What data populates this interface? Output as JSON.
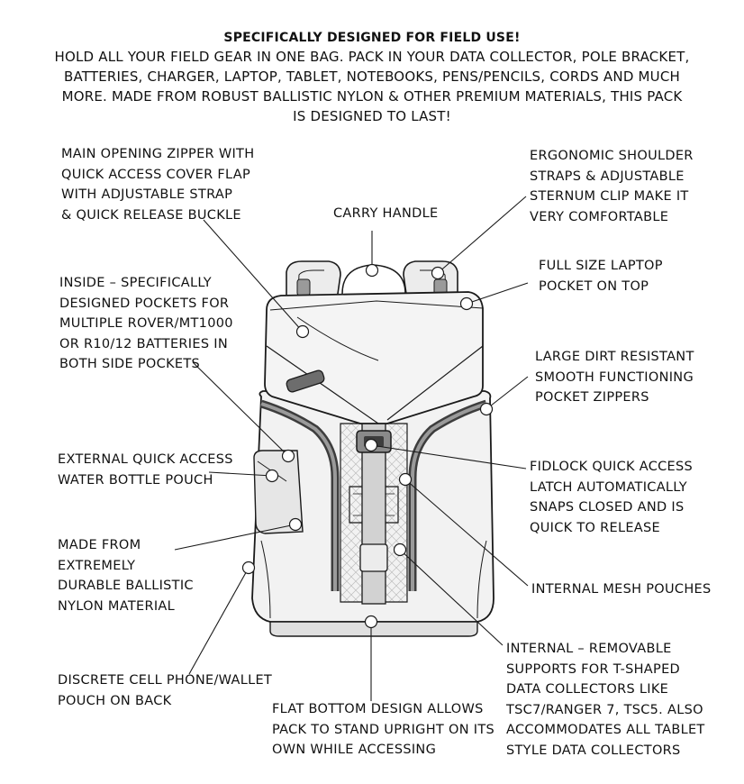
{
  "header": {
    "title": "SPECIFICALLY DESIGNED FOR FIELD USE!",
    "body_lines": [
      "HOLD ALL YOUR FIELD GEAR IN ONE BAG. PACK IN YOUR DATA COLLECTOR, POLE BRACKET,",
      "BATTERIES, CHARGER, LAPTOP, TABLET, NOTEBOOKS, PENS/PENCILS, CORDS AND MUCH",
      "MORE. MADE FROM ROBUST BALLISTIC NYLON & OTHER PREMIUM MATERIALS, THIS PACK",
      "IS DESIGNED TO LAST!"
    ]
  },
  "callouts": {
    "main_zipper": "MAIN OPENING ZIPPER WITH\nQUICK ACCESS COVER FLAP\nWITH ADJUSTABLE STRAP\n& QUICK RELEASE BUCKLE",
    "carry_handle": "CARRY HANDLE",
    "shoulder_straps": "ERGONOMIC SHOULDER\nSTRAPS & ADJUSTABLE\nSTERNUM CLIP MAKE IT\nVERY COMFORTABLE",
    "laptop_pocket": "FULL SIZE LAPTOP\nPOCKET ON TOP",
    "inside_pockets": "INSIDE – SPECIFICALLY\nDESIGNED POCKETS FOR\nMULTIPLE ROVER/MT1000\nOR R10/12 BATTERIES IN\nBOTH SIDE POCKETS",
    "pocket_zippers": "LARGE DIRT RESISTANT\nSMOOTH FUNCTIONING\nPOCKET ZIPPERS",
    "water_bottle": "EXTERNAL QUICK ACCESS\nWATER BOTTLE POUCH",
    "fidlock": "FIDLOCK QUICK ACCESS\nLATCH AUTOMATICALLY\nSNAPS CLOSED AND IS\nQUICK TO RELEASE",
    "ballistic_nylon": "MADE FROM\nEXTREMELY\nDURABLE BALLISTIC\nNYLON MATERIAL",
    "mesh_pouches": "INTERNAL MESH POUCHES",
    "supports": "INTERNAL –  REMOVABLE\nSUPPORTS FOR  T-SHAPED\nDATA COLLECTORS LIKE\nTSC7/RANGER 7, TSC5. ALSO\nACCOMMODATES ALL TABLET\nSTYLE DATA COLLECTORS",
    "phone_pouch": "DISCRETE CELL PHONE/WALLET\nPOUCH ON BACK",
    "flat_bottom": "FLAT BOTTOM DESIGN ALLOWS\nPACK TO STAND UPRIGHT ON ITS\nOWN WHILE ACCESSING"
  },
  "colors": {
    "outline": "#1a1a1a",
    "panel": "#ececec",
    "panel_light": "#f7f7f7",
    "zipper": "#6d6d6d",
    "zipper_dark": "#3d3d3d"
  }
}
